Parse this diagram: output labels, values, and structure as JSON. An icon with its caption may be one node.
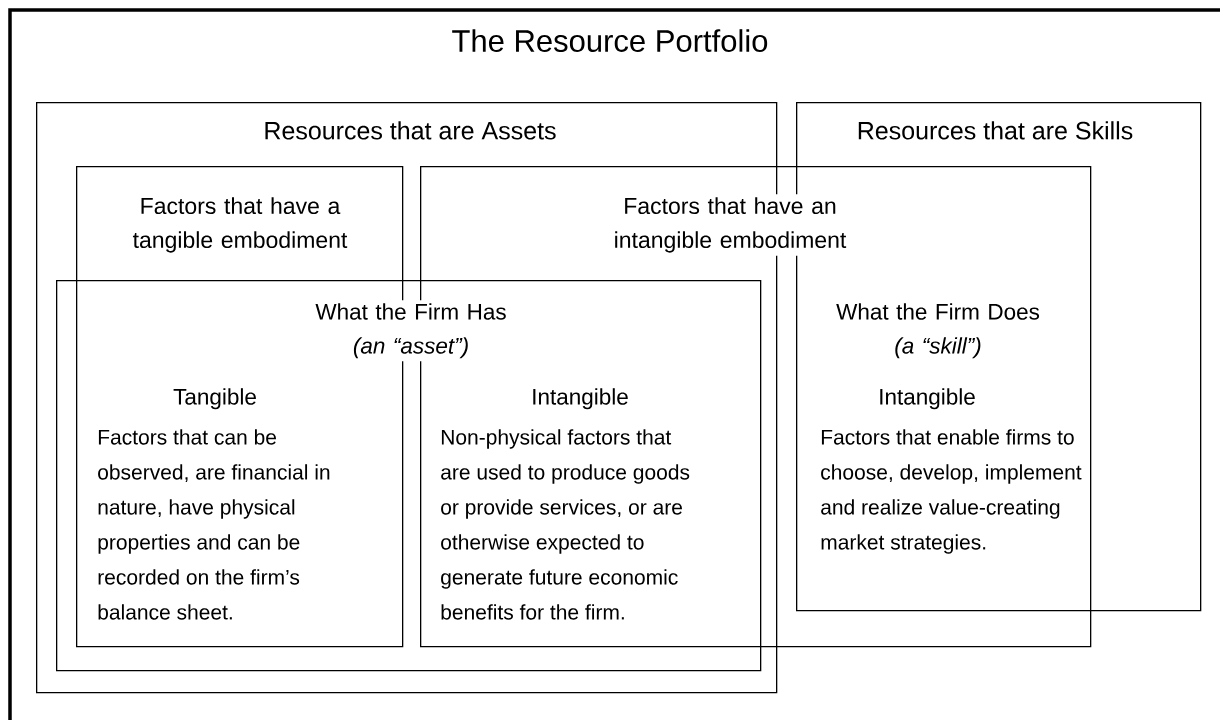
{
  "diagram": {
    "nodes": [
      {
        "text": [
          "The Resource Portfolio"
        ]
      },
      {
        "text": [
          "Resources that are Assets"
        ],
        "in": 0
      },
      {
        "text": [
          "Resources that are Skills",
          "What the Firm Does",
          "(a “skill”)",
          "Intangible",
          "Factors that enable firms to choose, develop, implement and realize value-creating market strategies."
        ],
        "in": 0
      },
      {
        "text": [
          "Factors that have a tangible embodiment",
          "Tangible",
          "Factors that can be observed, are financial in nature, have physical properties and can be recorded on the firm’s balance sheet."
        ],
        "in": 1
      },
      {
        "text": [
          "Factors that have an intangible embodiment"
        ],
        "in": 0
      },
      {
        "text": [
          "What the Firm Has",
          "(an “asset”)",
          "Intangible",
          "Non-physical factors that are used to produce goods or provide services, or are otherwise expected to generate future economic benefits for the firm."
        ],
        "in": 1
      }
    ]
  }
}
